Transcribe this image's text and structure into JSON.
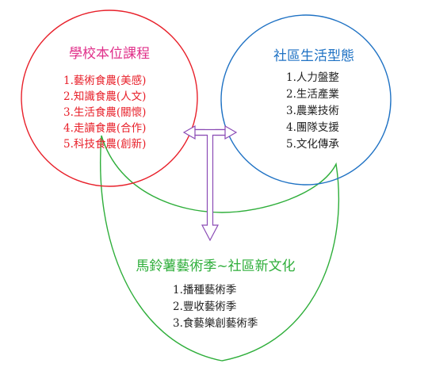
{
  "left_circle": {
    "title": "學校本位課程",
    "items": [
      "1.藝術食農(美感)",
      "2.知識食農(人文)",
      "3.生活食農(關懷)",
      "4.走讀食農(合作)",
      "5.科技食農(創新)"
    ]
  },
  "right_circle": {
    "title": "社區生活型態",
    "items": [
      "1.人力盤整",
      "2.生活產業",
      "3.農業技術",
      "4.團隊支援",
      "5.文化傳承"
    ]
  },
  "bottom_shape": {
    "title": "馬鈴薯藝術季~社區新文化",
    "items": [
      "1.播種藝術季",
      "2.豐收藝術季",
      "3.食藝樂創藝術季"
    ]
  },
  "colors": {
    "left": "#e8202a",
    "left_title": "#e0308a",
    "right": "#1f72c4",
    "right_text": "#222222",
    "bottom": "#2eae3a",
    "bottom_text": "#222222",
    "arrow": "#8a4bb5"
  }
}
